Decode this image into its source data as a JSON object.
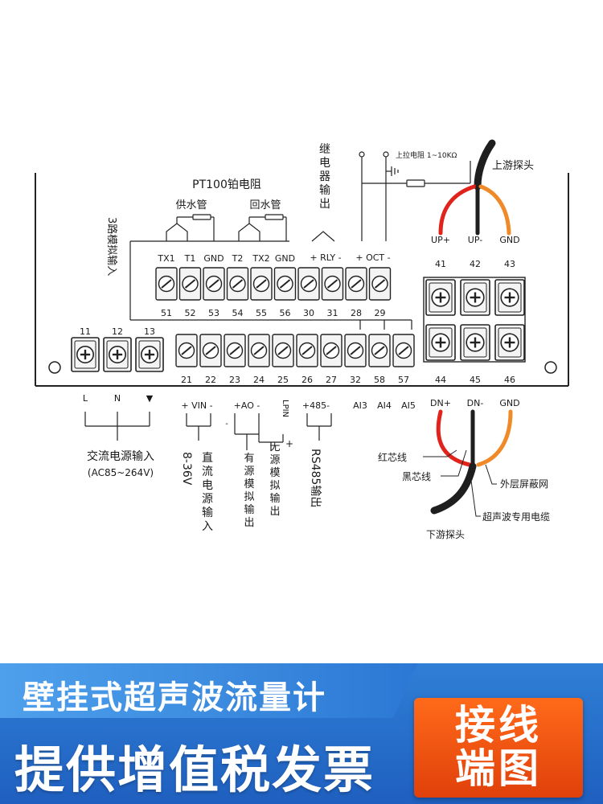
{
  "diagram": {
    "top_labels": {
      "pt100": "PT100铂电阻",
      "supply_pipe": "供水管",
      "return_pipe": "回水管",
      "analog_3ch": "3路模拟输入",
      "relay_output": "继电器输出",
      "pullup": "上拉电阻 1~10KΩ",
      "upstream_probe": "上游探头"
    },
    "upper_terminals": [
      {
        "name": "TX1",
        "num": "51"
      },
      {
        "name": "T1",
        "num": "52"
      },
      {
        "name": "GND",
        "num": "53"
      },
      {
        "name": "T2",
        "num": "54"
      },
      {
        "name": "TX2",
        "num": "55"
      },
      {
        "name": "GND",
        "num": "56"
      },
      {
        "name": "",
        "num": "30"
      },
      {
        "name": "",
        "num": "31"
      },
      {
        "name": "",
        "num": "28"
      },
      {
        "name": "",
        "num": "29"
      }
    ],
    "rly_label": "+ RLY -",
    "oct_label": "+ OCT -",
    "upstream_terminals": [
      {
        "name": "UP+",
        "num": "41"
      },
      {
        "name": "UP-",
        "num": "42"
      },
      {
        "name": "GND",
        "num": "43"
      }
    ],
    "power_terminals": [
      {
        "num": "11",
        "label": "L"
      },
      {
        "num": "12",
        "label": "N"
      },
      {
        "num": "13",
        "label": "▼"
      }
    ],
    "lower_terminals": [
      {
        "num": "21"
      },
      {
        "num": "22"
      },
      {
        "num": "23"
      },
      {
        "num": "24"
      },
      {
        "num": "25"
      },
      {
        "num": "26"
      },
      {
        "num": "27"
      },
      {
        "num": "32"
      },
      {
        "num": "58"
      },
      {
        "num": "57"
      }
    ],
    "lower_labels": {
      "vin": "+ VIN -",
      "ao": "+AO -",
      "lpin": "LPIN",
      "rs485_pins": "+485-",
      "ai3": "AI3",
      "ai4": "AI4",
      "ai5": "AI5"
    },
    "downstream_terminals": [
      {
        "name": "DN+",
        "num": "44"
      },
      {
        "name": "DN-",
        "num": "45"
      },
      {
        "name": "GND",
        "num": "46"
      }
    ],
    "bottom_labels": {
      "ac_power": "交流电源输入",
      "ac_range": "(AC85~264V)",
      "dc_range": "8-36V",
      "dc_power": "直流电源输入",
      "active_out": "有源模拟输出",
      "passive_out": "无源模拟输出",
      "rs485_out": "RS485输出",
      "red_core": "红芯线",
      "black_core": "黑芯线",
      "shield": "外层屏蔽网",
      "cable": "超声波专用电缆",
      "downstream_probe": "下游探头"
    },
    "wire_colors": {
      "red": "#e0231b",
      "black": "#1e1e1e",
      "orange": "#f08a28"
    }
  },
  "banner": {
    "title": "壁挂式超声波流量计",
    "main": "提供增值税发票",
    "badge_line1": "接线",
    "badge_line2": "端图",
    "colors": {
      "blue": "#2b78d4",
      "orange": "#f05a14"
    }
  }
}
